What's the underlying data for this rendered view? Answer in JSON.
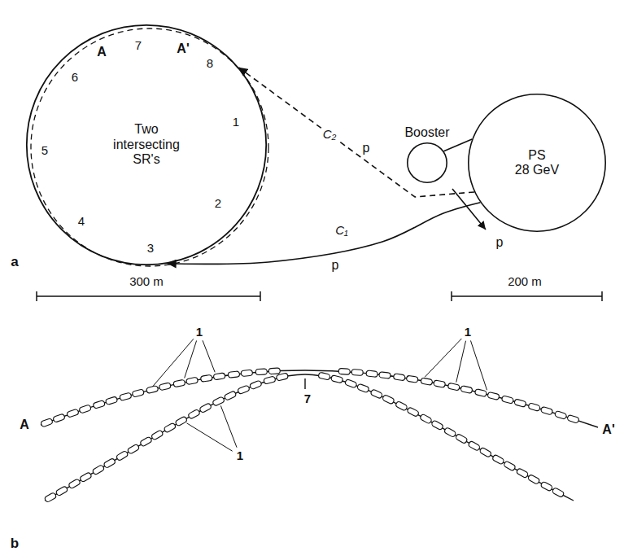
{
  "diagram": {
    "nodes": [
      {
        "text": [
          "Two intersecting SR's"
        ]
      },
      {
        "text": [
          "Booster"
        ]
      },
      {
        "text": [
          "PS",
          "28 GeV"
        ]
      }
    ],
    "edges": [
      {
        "from": 2,
        "to": 0,
        "arrow": "to",
        "label": "C₂"
      },
      {
        "from": 2,
        "to": 0,
        "arrow": "to",
        "label": "C₁"
      },
      {
        "from": 1,
        "to": 2,
        "arrow": "none"
      }
    ],
    "labels": [
      "A",
      "A'",
      "1",
      "2",
      "3",
      "4",
      "5",
      "6",
      "7",
      "8",
      "p",
      "p",
      "p",
      "a",
      "300 m",
      "200 m",
      "1",
      "1",
      "1",
      "7",
      "A",
      "A'",
      "b"
    ]
  }
}
